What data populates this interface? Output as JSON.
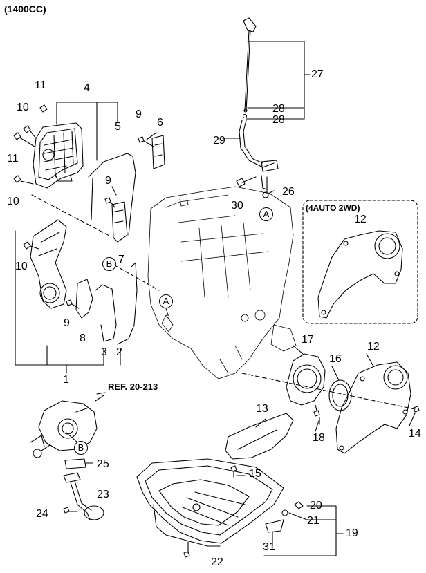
{
  "header": {
    "title": "(1400CC)"
  },
  "reference": {
    "text": "REF. 20-213"
  },
  "inset": {
    "title": "(4AUTO 2WD)"
  },
  "callouts": [
    "A",
    "A",
    "B",
    "B"
  ],
  "labels": {
    "l1": "1",
    "l2": "2",
    "l3": "3",
    "l4": "4",
    "l5": "5",
    "l6": "6",
    "l7": "7",
    "l8": "8",
    "l9a": "9",
    "l9b": "9",
    "l9c": "9",
    "l10a": "10",
    "l10b": "10",
    "l10c": "10",
    "l11a": "11",
    "l11b": "11",
    "l12a": "12",
    "l12b": "12",
    "l13": "13",
    "l14": "14",
    "l15": "15",
    "l16": "16",
    "l17": "17",
    "l18": "18",
    "l19": "19",
    "l20": "20",
    "l21": "21",
    "l22": "22",
    "l23": "23",
    "l24": "24",
    "l25": "25",
    "l26": "26",
    "l27": "27",
    "l28a": "28",
    "l28b": "28",
    "l29": "29",
    "l30": "30",
    "l31": "31"
  },
  "colors": {
    "line": "#000000",
    "background": "#ffffff"
  }
}
